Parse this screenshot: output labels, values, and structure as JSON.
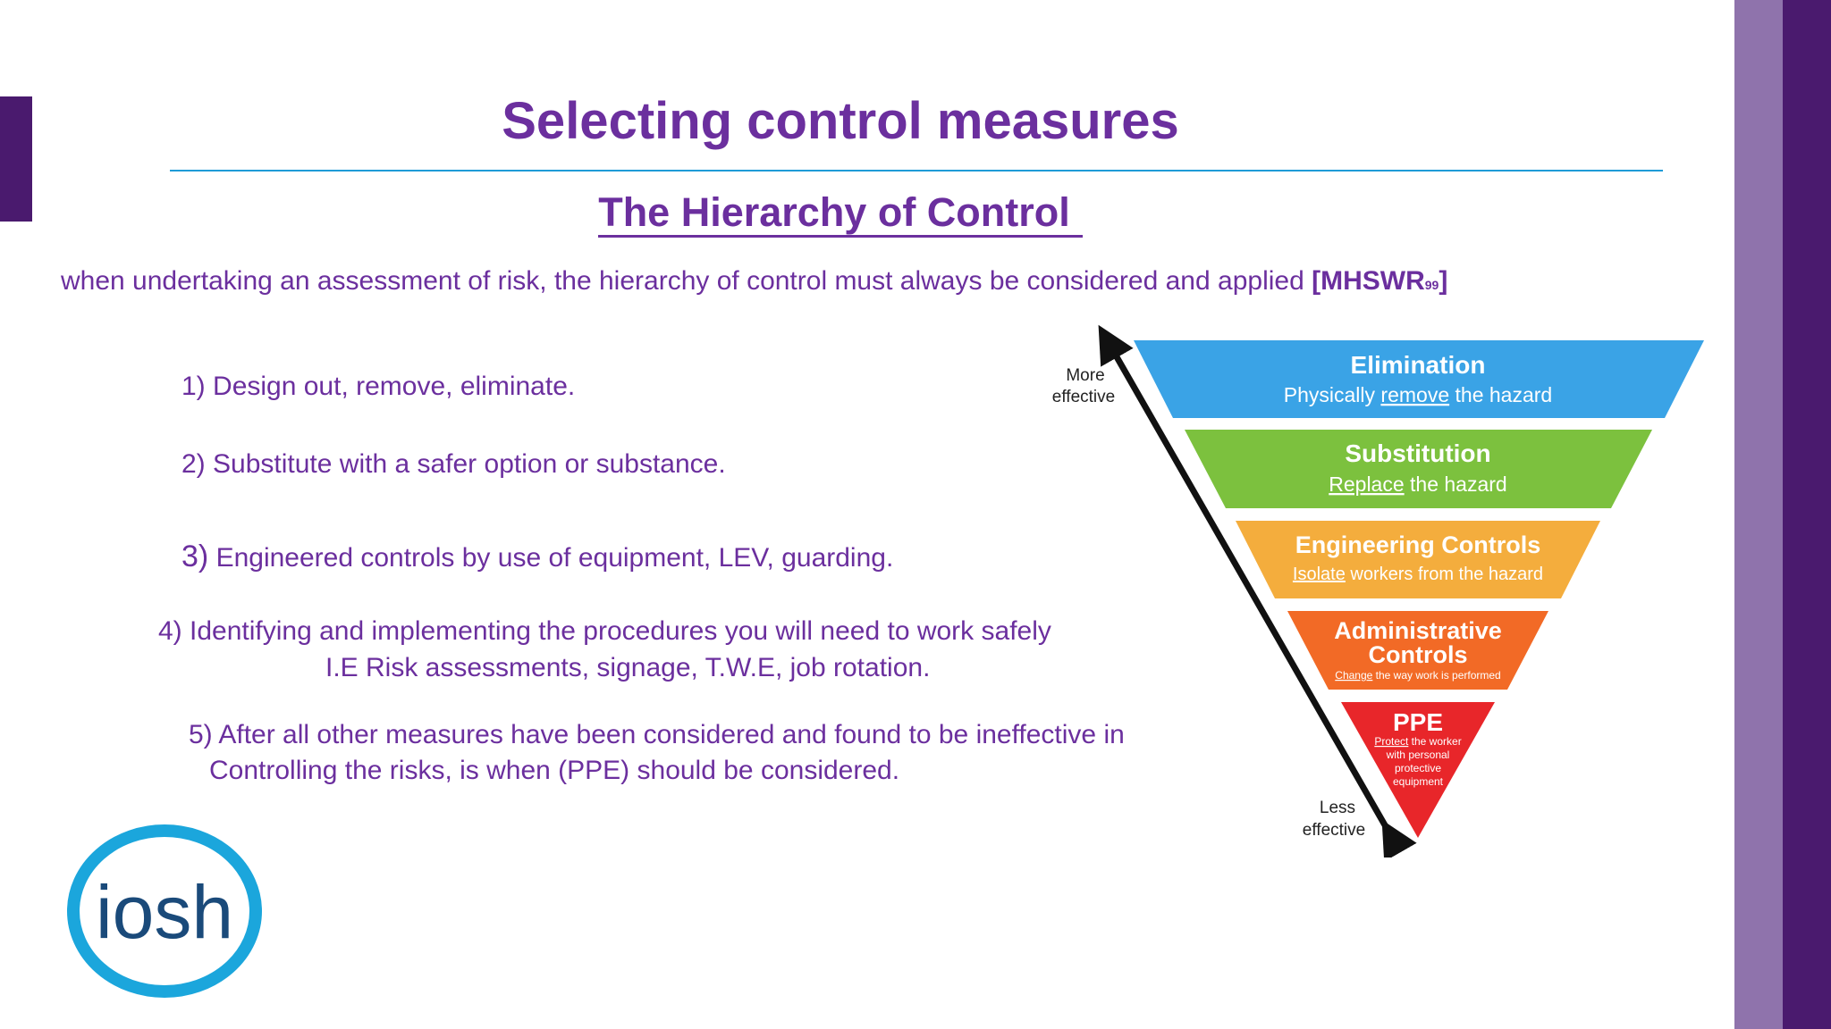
{
  "slide": {
    "title": "Selecting control measures",
    "subtitle": "The Hierarchy of Control",
    "intro_text": "when undertaking an assessment of risk, the hierarchy of control must always be considered and applied ",
    "intro_ref": "[MHSWR",
    "intro_ref_sub": "99",
    "intro_ref_end": "]"
  },
  "steps": [
    {
      "num": "1)",
      "text": " Design out, remove, eliminate."
    },
    {
      "num": "2)",
      "text": " Substitute with a safer option or substance."
    },
    {
      "num": "3)",
      "text": " Engineered controls by use of equipment, LEV, guarding."
    },
    {
      "line1": "4) Identifying and implementing the procedures you will need to work safely",
      "line2": "I.E Risk assessments, signage, T.W.E, job rotation."
    },
    {
      "line1": "5) After all other measures have been considered and found to be ineffective in",
      "line2": "Controlling the risks, is when (PPE) should be considered."
    }
  ],
  "pyramid": {
    "more_label_1": "More",
    "more_label_2": "effective",
    "less_label_1": "Less",
    "less_label_2": "effective",
    "levels": [
      {
        "title": "Elimination",
        "sub_u": "remove",
        "sub_pre": "Physically ",
        "sub_post": " the hazard",
        "color": "#3aa3e6"
      },
      {
        "title": "Substitution",
        "sub_u": "Replace",
        "sub_pre": "",
        "sub_post": " the hazard",
        "color": "#7cc13e"
      },
      {
        "title": "Engineering Controls",
        "sub_u": "Isolate",
        "sub_pre": "",
        "sub_post": " workers from the hazard",
        "color": "#f4ad3d"
      },
      {
        "title_1": "Administrative",
        "title_2": "Controls",
        "sub_u": "Change",
        "sub_pre": "",
        "sub_post": " the way work is performed",
        "color": "#f26a26"
      },
      {
        "title": "PPE",
        "sub_u": "Protect",
        "sub_post": " the worker",
        "sub_2": "with personal",
        "sub_3": "protective",
        "sub_4": "equipment",
        "color": "#e8262a"
      }
    ]
  },
  "logo": {
    "text": "iosh",
    "color": "#1ba6dc"
  },
  "colors": {
    "purple": "#6b2f9e",
    "band_dark": "#4a1a6e",
    "band_light": "#8f73ac",
    "rule": "#1e9bd7"
  }
}
